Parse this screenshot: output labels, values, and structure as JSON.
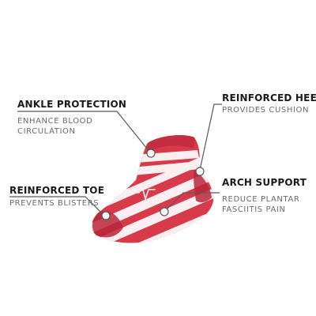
{
  "callouts": {
    "ankle": {
      "title": "ANKLE PROTECTION",
      "line1": "ENHANCE BLOOD",
      "line2": "CIRCULATION"
    },
    "heel": {
      "title": "REINFORCED HEEL",
      "line1": "PROVIDES CUSHION"
    },
    "toe": {
      "title": "REINFORCED TOE",
      "line1": "PREVENTS BLISTERS"
    },
    "arch": {
      "title": "ARCH SUPPORT",
      "line1": "REDUCE PLANTAR",
      "line2": "FASCIITIS PAIN"
    }
  },
  "colors": {
    "sock_red": "#d93a4a",
    "sock_dark": "#b8263a",
    "stripe_white": "#fbeff1",
    "leader_line": "#5a5a5a",
    "title_text": "#1a1a1a",
    "sub_text": "#6d6d6d"
  }
}
